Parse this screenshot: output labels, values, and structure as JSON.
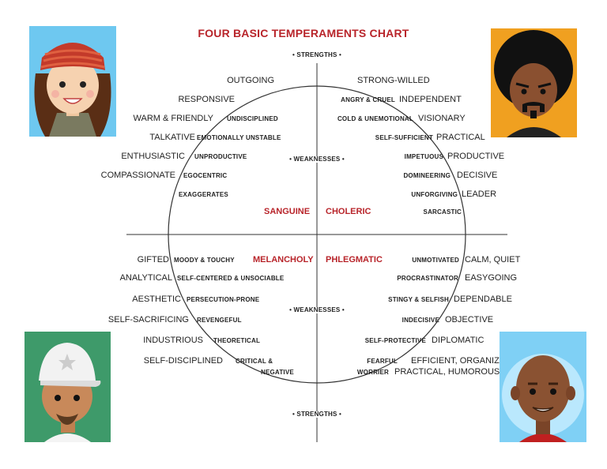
{
  "title": "FOUR BASIC TEMPERAMENTS CHART",
  "axis": {
    "strengths_top": "• STRENGTHS •",
    "strengths_bottom": "• STRENGTHS •",
    "weaknesses_top": "• WEAKNESSES •",
    "weaknesses_bottom": "• WEAKNESSES •"
  },
  "quadrants": {
    "sanguine": {
      "name": "SANGUINE",
      "strengths": [
        "OUTGOING",
        "RESPONSIVE",
        "WARM & FRIENDLY",
        "TALKATIVE",
        "ENTHUSIASTIC",
        "COMPASSIONATE"
      ],
      "weaknesses": [
        "UNDISCIPLINED",
        "EMOTIONALLY UNSTABLE",
        "UNPRODUCTIVE",
        "EGOCENTRIC",
        "EXAGGERATES"
      ]
    },
    "choleric": {
      "name": "CHOLERIC",
      "strengths": [
        "STRONG-WILLED",
        "INDEPENDENT",
        "VISIONARY",
        "PRACTICAL",
        "PRODUCTIVE",
        "DECISIVE",
        "LEADER"
      ],
      "weaknesses": [
        "ANGRY & CRUEL",
        "COLD & UNEMOTIONAL",
        "SELF-SUFFICIENT",
        "IMPETUOUS",
        "DOMINEERING",
        "UNFORGIVING",
        "SARCASTIC"
      ]
    },
    "melancholy": {
      "name": "MELANCHOLY",
      "strengths": [
        "GIFTED",
        "ANALYTICAL",
        "AESTHETIC",
        "SELF-SACRIFICING",
        "INDUSTRIOUS",
        "SELF-DISCIPLINED"
      ],
      "weaknesses": [
        "MOODY & TOUCHY",
        "SELF-CENTERED & UNSOCIABLE",
        "PERSECUTION-PRONE",
        "REVENGEFUL",
        "THEORETICAL",
        "CRITICAL &",
        "NEGATIVE"
      ]
    },
    "phlegmatic": {
      "name": "PHLEGMATIC",
      "strengths": [
        "CALM, QUIET",
        "EASYGOING",
        "DEPENDABLE",
        "OBJECTIVE",
        "DIPLOMATIC",
        "EFFICIENT, ORGANIZED",
        "PRACTICAL, HUMOROUS"
      ],
      "weaknesses": [
        "UNMOTIVATED",
        "PROCRASTINATOR",
        "STINGY & SELFISH",
        "INDECISIVE",
        "SELF-PROTECTIVE",
        "FEARFUL",
        "WORRIER"
      ]
    }
  },
  "colors": {
    "title": "#b8242a",
    "quadrant_label": "#b8242a",
    "line": "#333333",
    "avatar_sanguine_bg": "#6ec8f0",
    "avatar_choleric_bg": "#f0a020",
    "avatar_melancholy_bg": "#3e9a6a",
    "avatar_phlegmatic_bg": "#7fd0f5"
  },
  "icons": {
    "sanguine": "girl-with-red-beanie-avatar",
    "choleric": "man-with-afro-avatar",
    "melancholy": "man-with-white-cap-avatar",
    "phlegmatic": "bald-man-avatar"
  }
}
